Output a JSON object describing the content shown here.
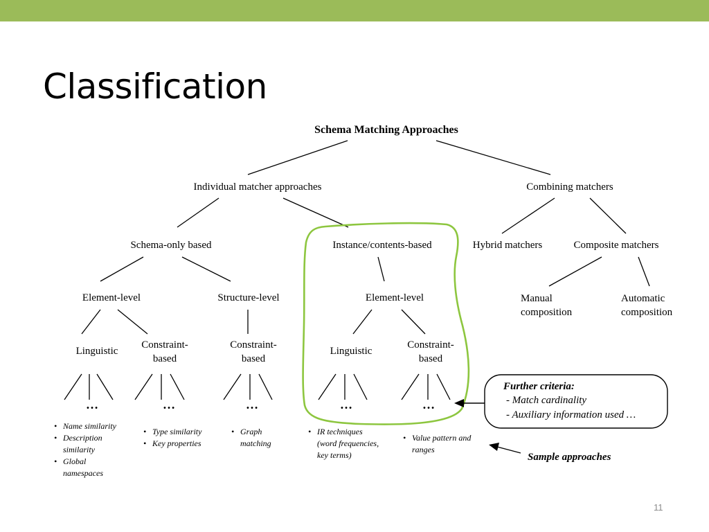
{
  "slide": {
    "title": "Classification",
    "page_number": "11"
  },
  "diagram": {
    "root": "Schema Matching Approaches",
    "individual": "Individual matcher approaches",
    "combining": "Combining matchers",
    "schema_only": "Schema-only based",
    "instance": "Instance/contents-based",
    "hybrid": "Hybrid matchers",
    "composite": "Composite matchers",
    "element_level_1": "Element-level",
    "structure_level": "Structure-level",
    "element_level_2": "Element-level",
    "manual_l1": "Manual",
    "manual_l2": "composition",
    "automatic_l1": "Automatic",
    "automatic_l2": "composition",
    "linguistic_1": "Linguistic",
    "constraint_1_l1": "Constraint-",
    "constraint_1_l2": "based",
    "constraint_2_l1": "Constraint-",
    "constraint_2_l2": "based",
    "linguistic_2": "Linguistic",
    "constraint_3_l1": "Constraint-",
    "constraint_3_l2": "based",
    "ellipsis": "…",
    "further_criteria": {
      "title": "Further criteria:",
      "items": [
        "- Match cardinality",
        "- Auxiliary information used  …"
      ]
    },
    "sample_approaches": "Sample approaches",
    "examples": {
      "linguistic_1": [
        "Name similarity",
        "Description",
        "similarity",
        "Global",
        "namespaces"
      ],
      "constraint_1": [
        "Type similarity",
        "Key properties"
      ],
      "structure": [
        "Graph",
        "matching"
      ],
      "linguistic_2": [
        "IR techniques",
        "(word frequencies,",
        "key terms)"
      ],
      "constraint_3": [
        "Value pattern and",
        "ranges"
      ]
    },
    "bullet": "•",
    "highlight_color": "#8dc63f",
    "accent_color": "#9bbb59"
  }
}
